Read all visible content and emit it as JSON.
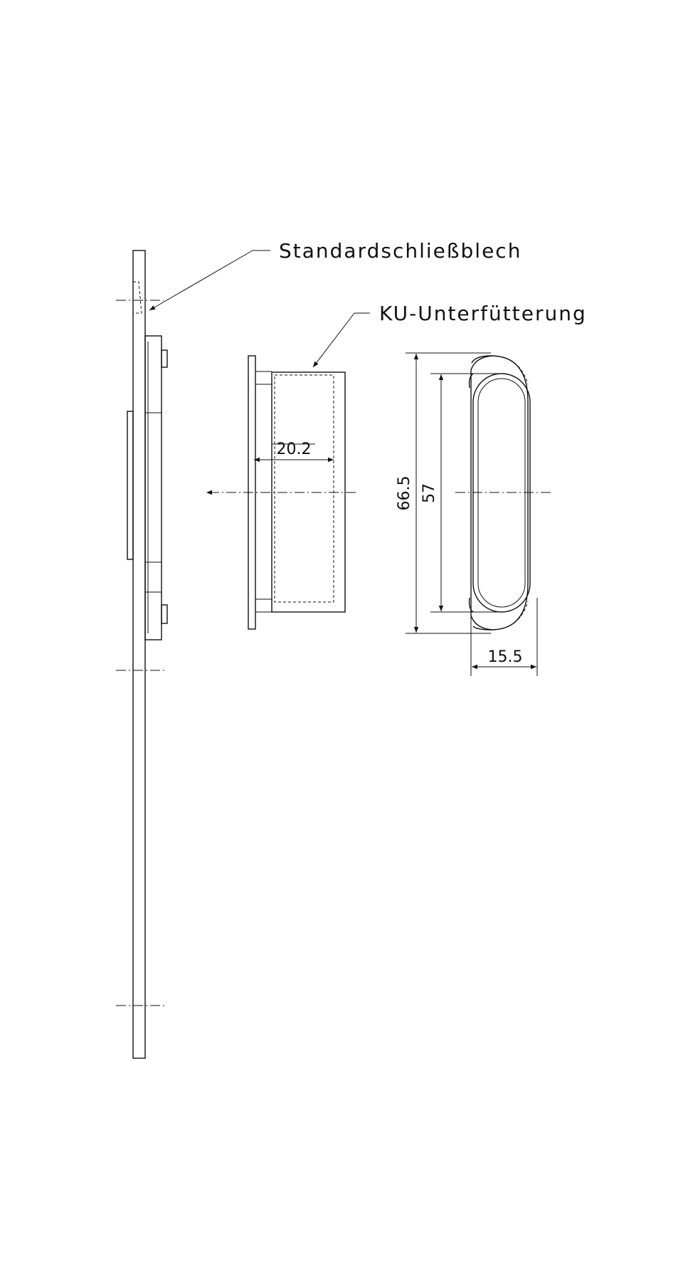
{
  "labels": {
    "standard_strike_plate": "Standardschließblech",
    "plastic_shim": "KU-Unterfütterung"
  },
  "dimensions": {
    "shim_depth": "20.2",
    "outer_length": "66.5",
    "inner_length": "57",
    "width": "15.5"
  }
}
